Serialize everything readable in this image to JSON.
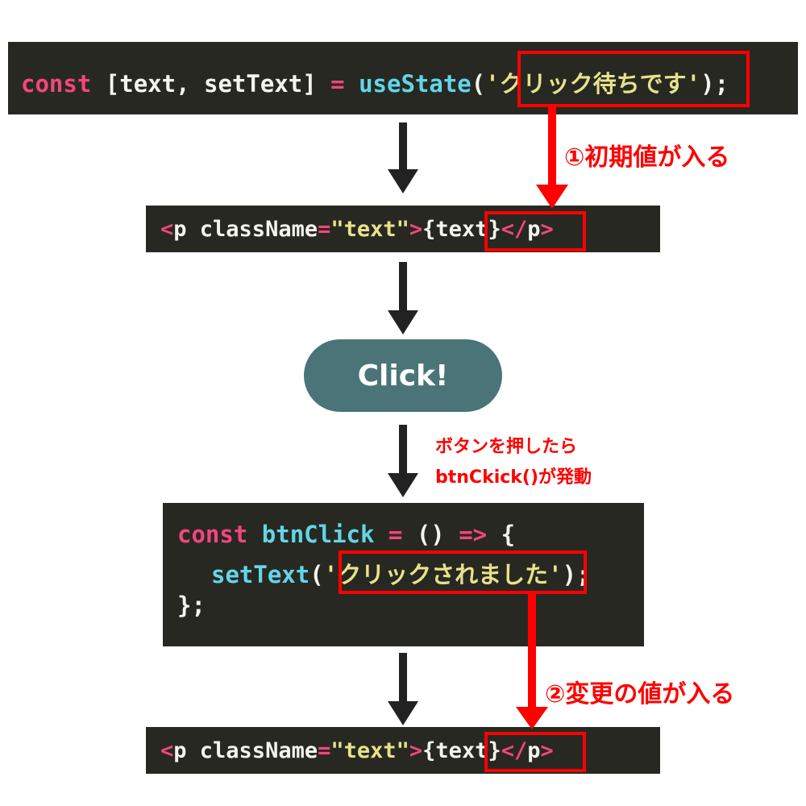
{
  "step1": {
    "kw": "const",
    "pre": " [text, setText] ",
    "eq": "=",
    "fn": "useState",
    "open": "(",
    "str": "'クリック待ちです'",
    "close": ");"
  },
  "jsx": {
    "lt": "<",
    "p": "p",
    "attr": " className",
    "eq": "=",
    "str": "\"text\"",
    "gt": ">",
    "expr": "{text}",
    "close_lt": "</",
    "close_p": "p",
    "close_gt": ">"
  },
  "note1": "①初期値が入る",
  "button": {
    "label": "Click!"
  },
  "note2": {
    "line1": "ボタンを押したら",
    "line2": "btnCkick()が発動"
  },
  "step3": {
    "kw": "const",
    "name": " btnClick",
    "eq": " = ",
    "args": "()",
    "arrow": " => ",
    "brace": "{",
    "fn": "setText",
    "open": "(",
    "str": "'クリックされました'",
    "close": ");",
    "end": "};"
  },
  "note3": "②変更の値が入る",
  "colors": {
    "code_bg": "#282822",
    "keyword": "#f2467d",
    "function": "#62d6e8",
    "string": "#e7e28a",
    "highlight": "#ff0000",
    "button_bg": "#4a7478"
  }
}
